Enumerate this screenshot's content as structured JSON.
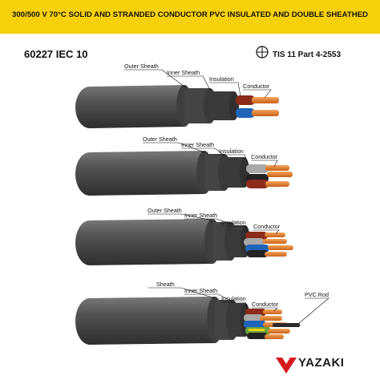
{
  "header": {
    "title": "300/500 V 70°C SOLID AND STRANDED CONDUCTOR PVC INSULATED AND DOUBLE SHEATHED",
    "background": "#f6d10a"
  },
  "standard_label": "60227 IEC 10",
  "certification": {
    "icon": "tis-certification-mark-icon",
    "label": "TIS 11 Part 4-2553"
  },
  "cables": [
    {
      "labels": {
        "outer": "Outer Sheath",
        "inner": "Inner Sheath",
        "insulation": "Insulation",
        "conductor": "Conductor"
      }
    },
    {
      "labels": {
        "outer": "Outer Sheath",
        "inner": "Inner Sheath",
        "insulation": "Insulation",
        "conductor": "Conductor"
      }
    },
    {
      "labels": {
        "outer": "Outer Sheath",
        "inner": "Inner Sheath",
        "insulation": "Insulation",
        "conductor": "Conductor"
      }
    },
    {
      "labels": {
        "outer": "Sheath",
        "inner": "Inner Sheath",
        "insulation": "Insulation",
        "conductor": "Conductor",
        "rod": "PVC Rod"
      }
    }
  ],
  "colors": {
    "sheath": "#4d4d4d",
    "sheath_highlight": "#8a8a8a",
    "copper": "#e07a26",
    "brown": "#8b2b1a",
    "blue": "#1e64b8",
    "grey": "#a8a8a8",
    "black": "#222222",
    "green_yellow": "#6aa63a",
    "logo_red": "#d71920"
  },
  "brand": {
    "logo_icon": "yazaki-logo-icon",
    "name": "YAZAKI"
  }
}
